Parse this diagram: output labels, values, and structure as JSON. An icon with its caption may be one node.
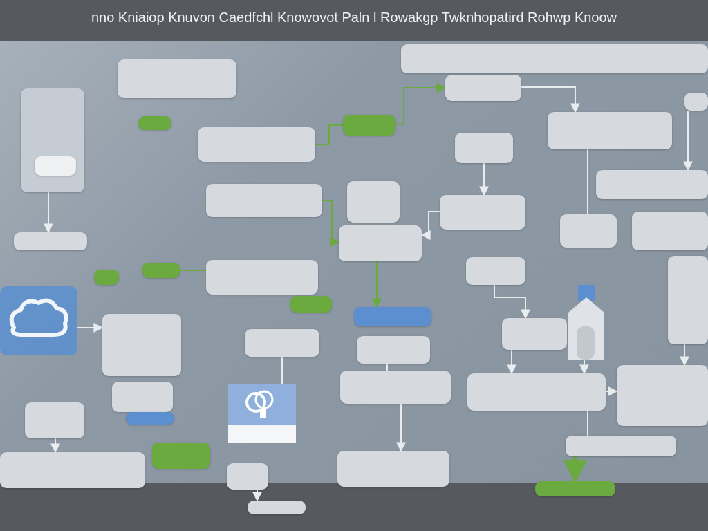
{
  "diagram": {
    "title": "nno Kniaiop Knuvon Caedfchl Knowovot Paln l Rowakgp Twknhopatird Rohwp Knoow",
    "nodes": [
      {
        "text": [],
        "shape": "box"
      },
      {
        "text": [],
        "shape": "box"
      },
      {
        "text": [],
        "shape": "box"
      },
      {
        "text": [],
        "shape": "box"
      },
      {
        "text": [],
        "shape": "box"
      },
      {
        "text": [],
        "shape": "box"
      },
      {
        "text": [],
        "shape": "box"
      },
      {
        "text": [],
        "shape": "box"
      },
      {
        "text": [],
        "shape": "box"
      },
      {
        "text": [],
        "shape": "box"
      },
      {
        "text": [],
        "shape": "box"
      },
      {
        "text": [],
        "shape": "box"
      },
      {
        "text": [],
        "shape": "box"
      },
      {
        "text": [],
        "shape": "box"
      },
      {
        "text": [],
        "shape": "box"
      },
      {
        "text": [],
        "shape": "box"
      },
      {
        "text": [],
        "shape": "box"
      },
      {
        "text": [],
        "shape": "box"
      },
      {
        "text": [],
        "shape": "box"
      },
      {
        "text": [],
        "shape": "box"
      },
      {
        "text": [],
        "shape": "box"
      },
      {
        "text": [],
        "shape": "box"
      },
      {
        "text": [],
        "shape": "box"
      },
      {
        "text": [],
        "shape": "box"
      },
      {
        "text": [],
        "shape": "box"
      },
      {
        "text": [],
        "shape": "box"
      },
      {
        "text": [],
        "shape": "box"
      },
      {
        "text": [],
        "shape": "box"
      },
      {
        "text": [],
        "shape": "box"
      },
      {
        "text": [],
        "shape": "box"
      },
      {
        "text": [],
        "shape": "box"
      },
      {
        "text": [],
        "shape": "box"
      },
      {
        "text": [],
        "shape": "box"
      },
      {
        "text": [],
        "shape": "box"
      },
      {
        "text": [],
        "shape": "box"
      },
      {
        "text": [],
        "shape": "box"
      },
      {
        "text": [],
        "shape": "box"
      },
      {
        "text": [],
        "shape": "box"
      },
      {
        "text": [],
        "shape": "box"
      },
      {
        "text": [],
        "shape": "box"
      },
      {
        "text": [],
        "shape": "box"
      },
      {
        "text": [],
        "shape": "cloud"
      },
      {
        "text": [],
        "shape": "picture"
      },
      {
        "text": [],
        "shape": "picture"
      },
      {
        "text": [],
        "shape": "box"
      },
      {
        "text": [],
        "shape": "box",
        "in": 44
      }
    ],
    "edges": [
      {
        "from": 10,
        "to": 15,
        "arrow": "to"
      },
      {
        "from": 31,
        "to": 16,
        "arrow": "to"
      },
      {
        "from": 32,
        "to": 10,
        "arrow": "to",
        "color": "#6aaa3e"
      },
      {
        "from": 15,
        "to": 17,
        "arrow": "none"
      },
      {
        "from": 19,
        "to": 20,
        "arrow": "to"
      },
      {
        "from": 20,
        "to": 23,
        "arrow": "to"
      },
      {
        "from": 43,
        "to": 23,
        "arrow": "to"
      },
      {
        "from": 30,
        "to": 24,
        "arrow": "to"
      },
      {
        "from": 23,
        "to": 24,
        "arrow": "to"
      },
      {
        "from": 23,
        "to": 26,
        "arrow": "none"
      },
      {
        "from": 26,
        "to": 38,
        "arrow": "to",
        "color": "#6aaa3e",
        "style": "thick"
      },
      {
        "from": 27,
        "to": 28,
        "arrow": "to"
      },
      {
        "from": 7,
        "to": 8,
        "arrow": "to"
      },
      {
        "from": 41,
        "to": 4,
        "arrow": "to"
      },
      {
        "from": 2,
        "to": 12,
        "arrow": "to",
        "color": "#6aaa3e"
      },
      {
        "from": 5,
        "to": 42,
        "arrow": "none"
      },
      {
        "from": 21,
        "to": 22,
        "arrow": "none"
      },
      {
        "from": 22,
        "to": 25,
        "arrow": "to"
      },
      {
        "from": 1,
        "to": 32,
        "arrow": "none",
        "color": "#6aaa3e"
      },
      {
        "from": 14,
        "to": 13,
        "arrow": "to"
      },
      {
        "from": 13,
        "to": 12,
        "arrow": "to"
      },
      {
        "from": 34,
        "to": 3,
        "arrow": "none",
        "color": "#6aaa3e"
      },
      {
        "from": 12,
        "to": 39,
        "arrow": "to",
        "color": "#6aaa3e"
      },
      {
        "from": 44,
        "to": 29,
        "arrow": "to"
      }
    ]
  }
}
